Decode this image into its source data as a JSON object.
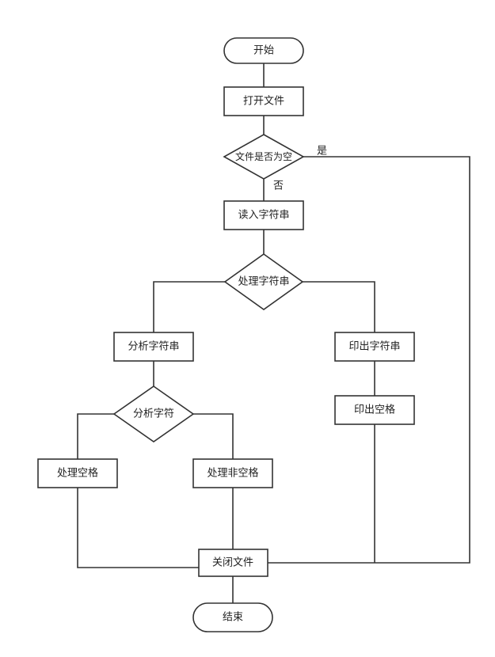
{
  "flowchart": {
    "nodes": {
      "start": "开始",
      "open_file": "打开文件",
      "file_empty": "文件是否为空",
      "read_string": "读入字符串",
      "process_string": "处理字符串",
      "analyze_string": "分析字符串",
      "analyze_char": "分析字符",
      "handle_space": "处理空格",
      "handle_nonspace": "处理非空格",
      "print_string": "印出字符串",
      "print_space": "印出空格",
      "close_file": "关闭文件",
      "end": "结束"
    },
    "edge_labels": {
      "yes": "是",
      "no": "否"
    }
  }
}
